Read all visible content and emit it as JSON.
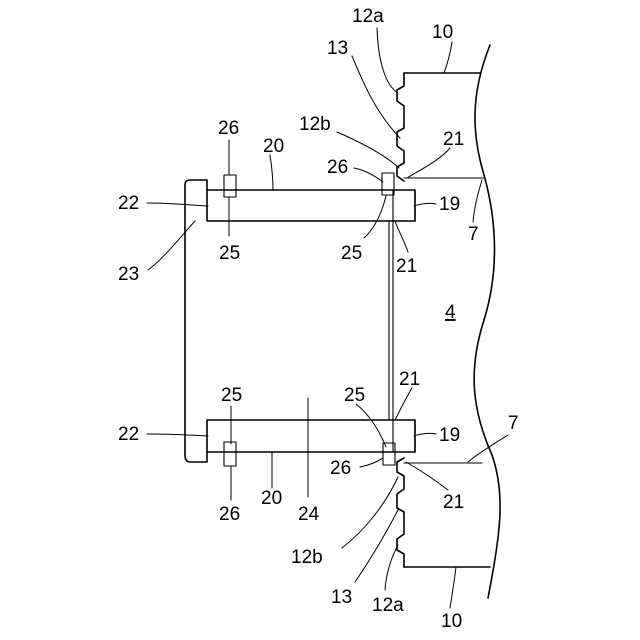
{
  "labels": {
    "ref_12a_top": "12a",
    "ref_10_top": "10",
    "ref_13_top": "13",
    "ref_12b_top": "12b",
    "ref_20_top": "20",
    "ref_26_top_left": "26",
    "ref_26_top_right": "26",
    "ref_21_top_right": "21",
    "ref_22_top": "22",
    "ref_19_top": "19",
    "ref_7_top": "7",
    "ref_25_top_left": "25",
    "ref_25_top_right": "25",
    "ref_21_top_below": "21",
    "ref_23": "23",
    "ref_4": "4",
    "ref_21_bottom_above": "21",
    "ref_7_bottom": "7",
    "ref_25_bottom_left": "25",
    "ref_25_bottom_right": "25",
    "ref_22_bottom": "22",
    "ref_19_bottom": "19",
    "ref_26_bottom_right": "26",
    "ref_21_bottom_right": "21",
    "ref_26_bottom_left": "26",
    "ref_20_bottom": "20",
    "ref_24": "24",
    "ref_12b_bottom": "12b",
    "ref_13_bottom": "13",
    "ref_12a_bottom": "12a",
    "ref_10_bottom": "10"
  }
}
